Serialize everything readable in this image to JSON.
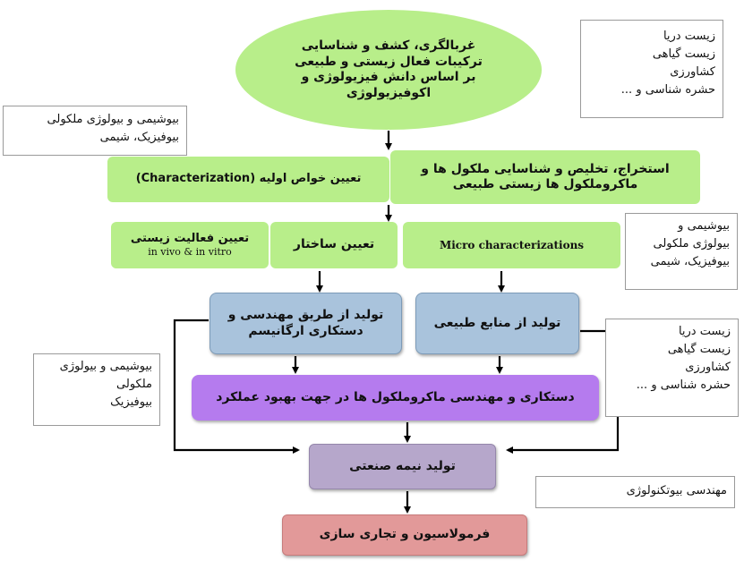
{
  "nodes": {
    "screening": [
      "غربالگری، کشف و شناسایی",
      "ترکیبات فعال زیستی و طبیعی",
      "بر اساس دانش فیزیولوژی و",
      "اکوفیزیولوژی"
    ],
    "extraction": [
      "استخراج، تخلیص و شناسایی ملکول ها و",
      "ماکروملکول ها زیستی طبیعی"
    ],
    "characterization": "تعیین خواص اولیه (Characterization)",
    "micro_characterizations": "Micro characterizations",
    "structure": "تعیین ساختار",
    "bioactivity": "تعیین فعالیت زیستی",
    "bioactivity_sub": "in vivo & in vitro",
    "natural_production": "تولید از منابع طبیعی",
    "engineered_production": [
      "تولید از طریق مهندسی و",
      "دستکاری ارگانیسم"
    ],
    "engineering": "دستکاری و مهندسی ماکروملکول ها در جهت بهبود عملکرد",
    "semi_industrial": "تولید نیمه صنعتی",
    "formulation": "فرمولاسیون و تجاری سازی"
  },
  "notes": {
    "top_right": [
      "زیست دریا",
      "زیست گیاهی",
      "کشاورزی",
      "حشره شناسی و ..."
    ],
    "top_left": [
      "بیوشیمی و بیولوژی ملکولی",
      "بیوفیزیک، شیمی"
    ],
    "mid_right": [
      "بیوشیمی و",
      "بیولوژی ملکولی",
      "بیوفیزیک، شیمی"
    ],
    "lower_right": [
      "زیست دریا",
      "زیست گیاهی",
      "کشاورزی",
      "حشره شناسی و ..."
    ],
    "lower_left": [
      "بیوشیمی و بیولوژی",
      "ملکولی",
      "بیوفیزیک"
    ],
    "bottom_right": [
      "مهندسی بیوتکنولوژی"
    ]
  }
}
